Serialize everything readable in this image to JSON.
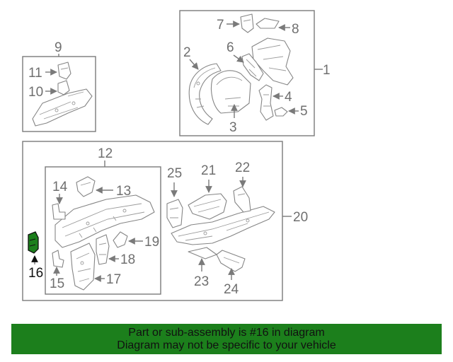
{
  "diagram": {
    "callouts": {
      "c1": "1",
      "c2": "2",
      "c3": "3",
      "c4": "4",
      "c5": "5",
      "c6": "6",
      "c7": "7",
      "c8": "8",
      "c9": "9",
      "c10": "10",
      "c11": "11",
      "c12": "12",
      "c13": "13",
      "c14": "14",
      "c15": "15",
      "c16": "16",
      "c17": "17",
      "c18": "18",
      "c19": "19",
      "c20": "20",
      "c21": "21",
      "c22": "22",
      "c23": "23",
      "c24": "24",
      "c25": "25"
    },
    "highlighted_part": "16",
    "highlight_color": "#1c7f1c"
  },
  "banner": {
    "line1": "Part or sub-assembly is #16 in diagram",
    "line2": "Diagram may not be specific to your vehicle",
    "background": "#1c7f1c"
  }
}
